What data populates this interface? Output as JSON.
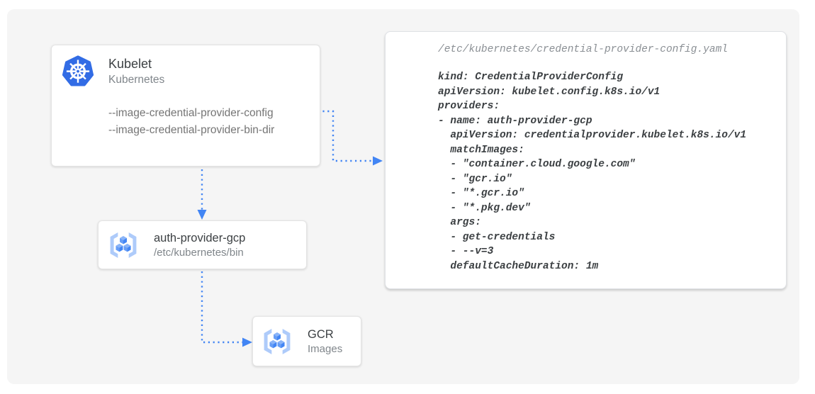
{
  "colors": {
    "accent_blue": "#4285f4",
    "kubernetes_blue": "#326ce5",
    "bracket_light_blue": "#aecbfa",
    "cube_top": "#8ab4f8",
    "cube_left": "#669df6",
    "cube_right": "#4285f4",
    "canvas_background": "#f5f5f5",
    "card_background": "#ffffff",
    "title_text": "#3c4043",
    "subtitle_text": "#80868b",
    "code_text": "#3c4043",
    "code_filename_text": "#8a8f94"
  },
  "nodes": {
    "kubelet": {
      "title": "Kubelet",
      "subtitle": "Kubernetes",
      "icon": "kubernetes-wheel-icon",
      "flags": [
        "--image-credential-provider-config",
        "--image-credential-provider-bin-dir"
      ]
    },
    "auth_provider": {
      "title": "auth-provider-gcp",
      "subtitle": "/etc/kubernetes/bin",
      "icon": "container-registry-icon"
    },
    "gcr": {
      "title": "GCR",
      "subtitle": "Images",
      "icon": "container-registry-icon"
    }
  },
  "code_panel": {
    "filename": "/etc/kubernetes/credential-provider-config.yaml",
    "yaml": "kind: CredentialProviderConfig\napiVersion: kubelet.config.k8s.io/v1\nproviders:\n- name: auth-provider-gcp\n  apiVersion: credentialprovider.kubelet.k8s.io/v1\n  matchImages:\n  - \"container.cloud.google.com\"\n  - \"gcr.io\"\n  - \"*.gcr.io\"\n  - \"*.pkg.dev\"\n  args:\n  - get-credentials\n  - --v=3\n  defaultCacheDuration: 1m"
  },
  "connectors": [
    {
      "name": "config-flag-to-yaml"
    },
    {
      "name": "kubelet-to-auth-provider"
    },
    {
      "name": "auth-provider-to-gcr"
    }
  ]
}
